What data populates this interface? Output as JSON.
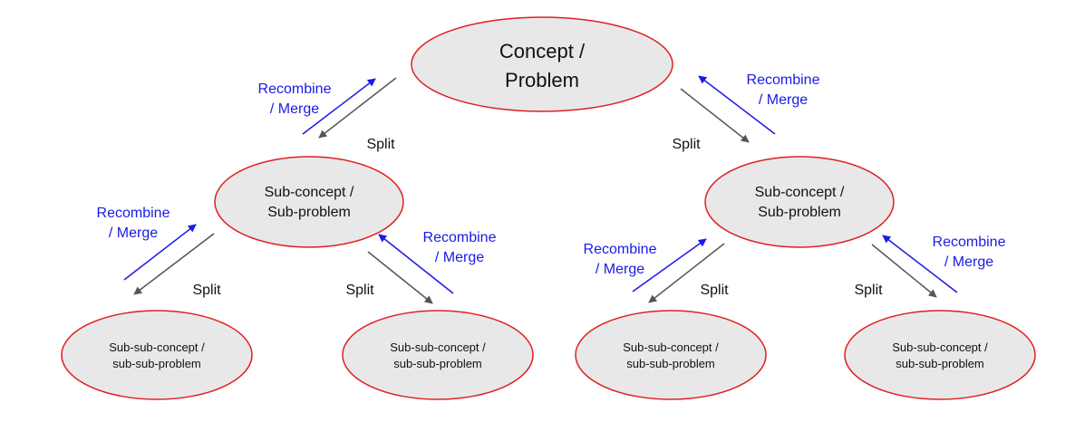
{
  "colors": {
    "split_arrow": "#555555",
    "merge_arrow": "#1a1ae6",
    "merge_text": "#1a1ae6",
    "node_fill": "#e8e8e8",
    "node_stroke": "#e02020"
  },
  "nodes": {
    "root": {
      "line1": "Concept /",
      "line2": "Problem"
    },
    "sub_left": {
      "line1": "Sub-concept /",
      "line2": "Sub-problem"
    },
    "sub_right": {
      "line1": "Sub-concept /",
      "line2": "Sub-problem"
    },
    "leaf_1": {
      "line1": "Sub-sub-concept /",
      "line2": "sub-sub-problem"
    },
    "leaf_2": {
      "line1": "Sub-sub-concept /",
      "line2": "sub-sub-problem"
    },
    "leaf_3": {
      "line1": "Sub-sub-concept /",
      "line2": "sub-sub-problem"
    },
    "leaf_4": {
      "line1": "Sub-sub-concept /",
      "line2": "sub-sub-problem"
    }
  },
  "edges": [
    {
      "id": "root-sub_left",
      "split": "Split",
      "merge_line1": "Recombine",
      "merge_line2": "/ Merge"
    },
    {
      "id": "root-sub_right",
      "split": "Split",
      "merge_line1": "Recombine",
      "merge_line2": "/ Merge"
    },
    {
      "id": "sub_left-leaf_1",
      "split": "Split",
      "merge_line1": "Recombine",
      "merge_line2": "/ Merge"
    },
    {
      "id": "sub_left-leaf_2",
      "split": "Split",
      "merge_line1": "Recombine",
      "merge_line2": "/ Merge"
    },
    {
      "id": "sub_right-leaf_3",
      "split": "Split",
      "merge_line1": "Recombine",
      "merge_line2": "/ Merge"
    },
    {
      "id": "sub_right-leaf_4",
      "split": "Split",
      "merge_line1": "Recombine",
      "merge_line2": "/ Merge"
    }
  ]
}
